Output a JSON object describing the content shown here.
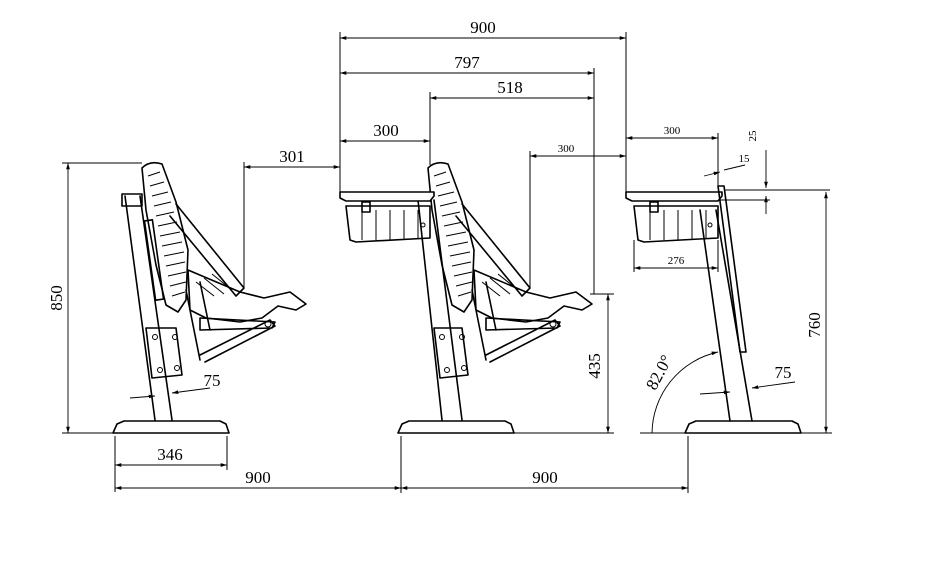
{
  "dimensions": {
    "top_900": "900",
    "top_797": "797",
    "top_518": "518",
    "top_300": "300",
    "top_301": "301",
    "mid_300": "300",
    "desk_300": "300",
    "desk_25": "25",
    "desk_15": "15",
    "tray_276": "276",
    "h_850": "850",
    "h_435": "435",
    "h_760": "760",
    "thk_75_left": "75",
    "thk_75_right": "75",
    "base_346": "346",
    "pitch_900_left": "900",
    "pitch_900_right": "900",
    "angle": "82.0°"
  }
}
